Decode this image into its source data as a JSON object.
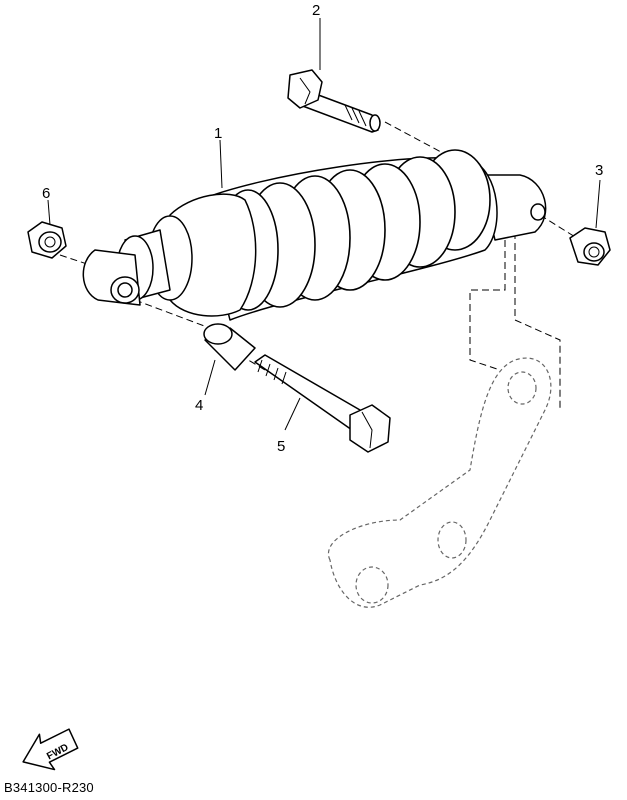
{
  "callouts": {
    "c1": "1",
    "c2": "2",
    "c3": "3",
    "c4": "4",
    "c5": "5",
    "c6": "6"
  },
  "fwd_label": "FWD",
  "diagram_code": "B341300-R230"
}
